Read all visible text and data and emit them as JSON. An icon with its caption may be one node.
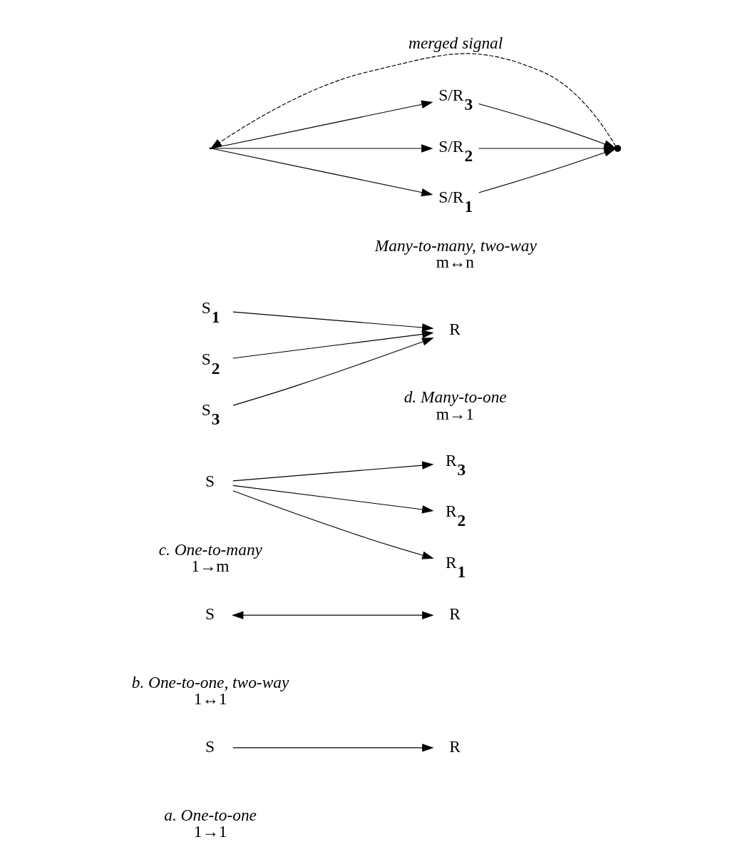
{
  "diagram": {
    "nodes": [
      {
        "text": [
          "S"
        ]
      },
      {
        "text": [
          "R"
        ]
      },
      {
        "text": [
          "S"
        ]
      },
      {
        "text": [
          "R"
        ]
      },
      {
        "text": [
          "S"
        ]
      },
      {
        "text": [
          "R$_{1}$"
        ]
      },
      {
        "text": [
          "R$_{2}$"
        ]
      },
      {
        "text": [
          "R$_{3}$"
        ]
      },
      {
        "text": [
          "S$_{1}$"
        ]
      },
      {
        "text": [
          "S$_{2}$"
        ]
      },
      {
        "text": [
          "S$_{3}$"
        ]
      },
      {
        "text": [
          "R"
        ]
      },
      {
        "text": [],
        "shape": "point"
      },
      {
        "text": [
          "S/R$_{1}$"
        ]
      },
      {
        "text": [
          "S/R$_{2}$"
        ]
      },
      {
        "text": [
          "S/R$_{3}$"
        ]
      },
      {
        "text": [],
        "shape": "circle"
      }
    ],
    "edges": [
      {
        "from": 0,
        "to": 1,
        "arrow": "to"
      },
      {
        "from": 2,
        "to": 3,
        "arrow": "both"
      },
      {
        "from": 4,
        "to": 5,
        "arrow": "to"
      },
      {
        "from": 4,
        "to": 6,
        "arrow": "to"
      },
      {
        "from": 4,
        "to": 7,
        "arrow": "to"
      },
      {
        "from": 8,
        "to": 11,
        "arrow": "to"
      },
      {
        "from": 9,
        "to": 11,
        "arrow": "to"
      },
      {
        "from": 10,
        "to": 11,
        "arrow": "to"
      },
      {
        "from": 12,
        "to": 13,
        "arrow": "to"
      },
      {
        "from": 12,
        "to": 14,
        "arrow": "to"
      },
      {
        "from": 12,
        "to": 15,
        "arrow": "to"
      },
      {
        "from": 13,
        "to": 16,
        "arrow": "to"
      },
      {
        "from": 14,
        "to": 16,
        "arrow": "to"
      },
      {
        "from": 15,
        "to": 16,
        "arrow": "to"
      },
      {
        "from": 16,
        "to": 12,
        "arrow": "to",
        "style": "dashed",
        "label": "merged signal"
      }
    ],
    "labels": [
      "a. One-to-one",
      "1→1",
      "b. One-to-one, two-way",
      "1↔1",
      "c. One-to-many",
      "1→m",
      "d. Many-to-one",
      "m→1",
      "Many-to-many, two-way",
      "m↔n"
    ]
  }
}
